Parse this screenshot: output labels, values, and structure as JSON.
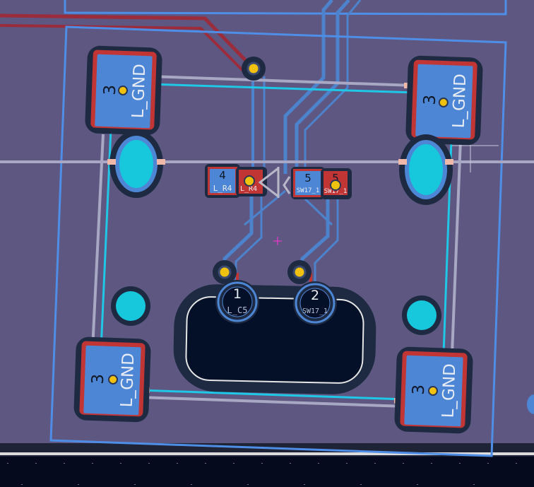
{
  "colors": {
    "canvas": "#5e5781",
    "bottom_band": "#050a1c",
    "outline": "#4f8ee6",
    "pad_fill": "#4e86d6",
    "pad_courtyard": "#1d2a42",
    "pad_red": "#c23535",
    "track_cyan": "#1ec8e6",
    "track_gray": "#a8a8c4",
    "track_red": "#9a2c3c",
    "track_blue": "#4d82cc",
    "hole_fill": "#17c8dc",
    "via_ring": "#f0c20c",
    "slot_fill": "#031027",
    "cursor": "#ff2fd8"
  },
  "pads": {
    "top_left": {
      "number": "3",
      "net": "L_GND"
    },
    "top_right": {
      "number": "3",
      "net": "L_GND"
    },
    "bottom_left": {
      "number": "3",
      "net": "L_GND"
    },
    "bottom_right": {
      "number": "3",
      "net": "L_GND"
    }
  },
  "smd": {
    "resistor_pad": {
      "number": "4",
      "net": "L_R4"
    },
    "resistor_pad_b": {
      "net": "L_R4"
    },
    "switch_pad": {
      "number": "5",
      "net": "SW17_1"
    },
    "switch_pad_b": {
      "number": "5",
      "net": "SW17_1"
    }
  },
  "through_holes": {
    "pin1": {
      "number": "1",
      "net": "L_C5"
    },
    "pin2": {
      "number": "2",
      "net": "SW17_1"
    }
  }
}
